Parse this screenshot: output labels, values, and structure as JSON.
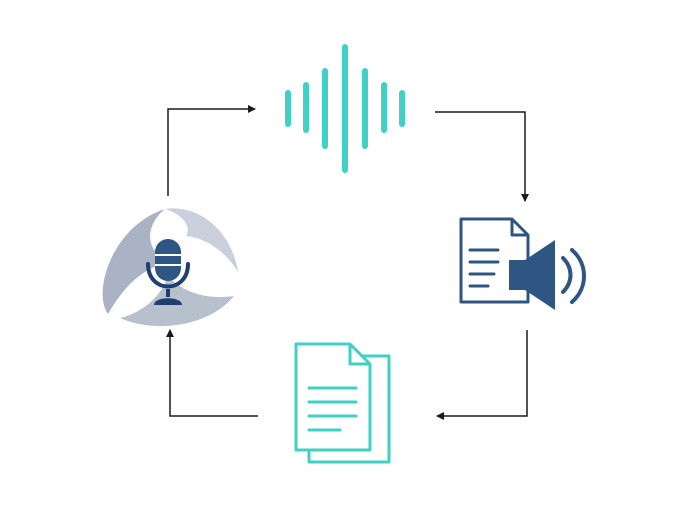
{
  "diagram": {
    "type": "cycle",
    "nodes": [
      {
        "id": "microphone",
        "icon": "microphone-icon"
      },
      {
        "id": "sound-wave",
        "icon": "sound-wave-icon"
      },
      {
        "id": "document-audio",
        "icon": "document-speaker-icon"
      },
      {
        "id": "documents",
        "icon": "documents-icon"
      }
    ],
    "edges": [
      {
        "from": "microphone",
        "to": "sound-wave"
      },
      {
        "from": "sound-wave",
        "to": "document-audio"
      },
      {
        "from": "document-audio",
        "to": "documents"
      },
      {
        "from": "documents",
        "to": "microphone"
      }
    ]
  },
  "colors": {
    "background": "#ffffff",
    "teal": "#3fd1c6",
    "navy": "#2f5583",
    "navy_dark": "#1f3f73",
    "silver": "#a9b3c3",
    "silver_light": "#c9d0db",
    "arrow": "#1a1a1a"
  }
}
